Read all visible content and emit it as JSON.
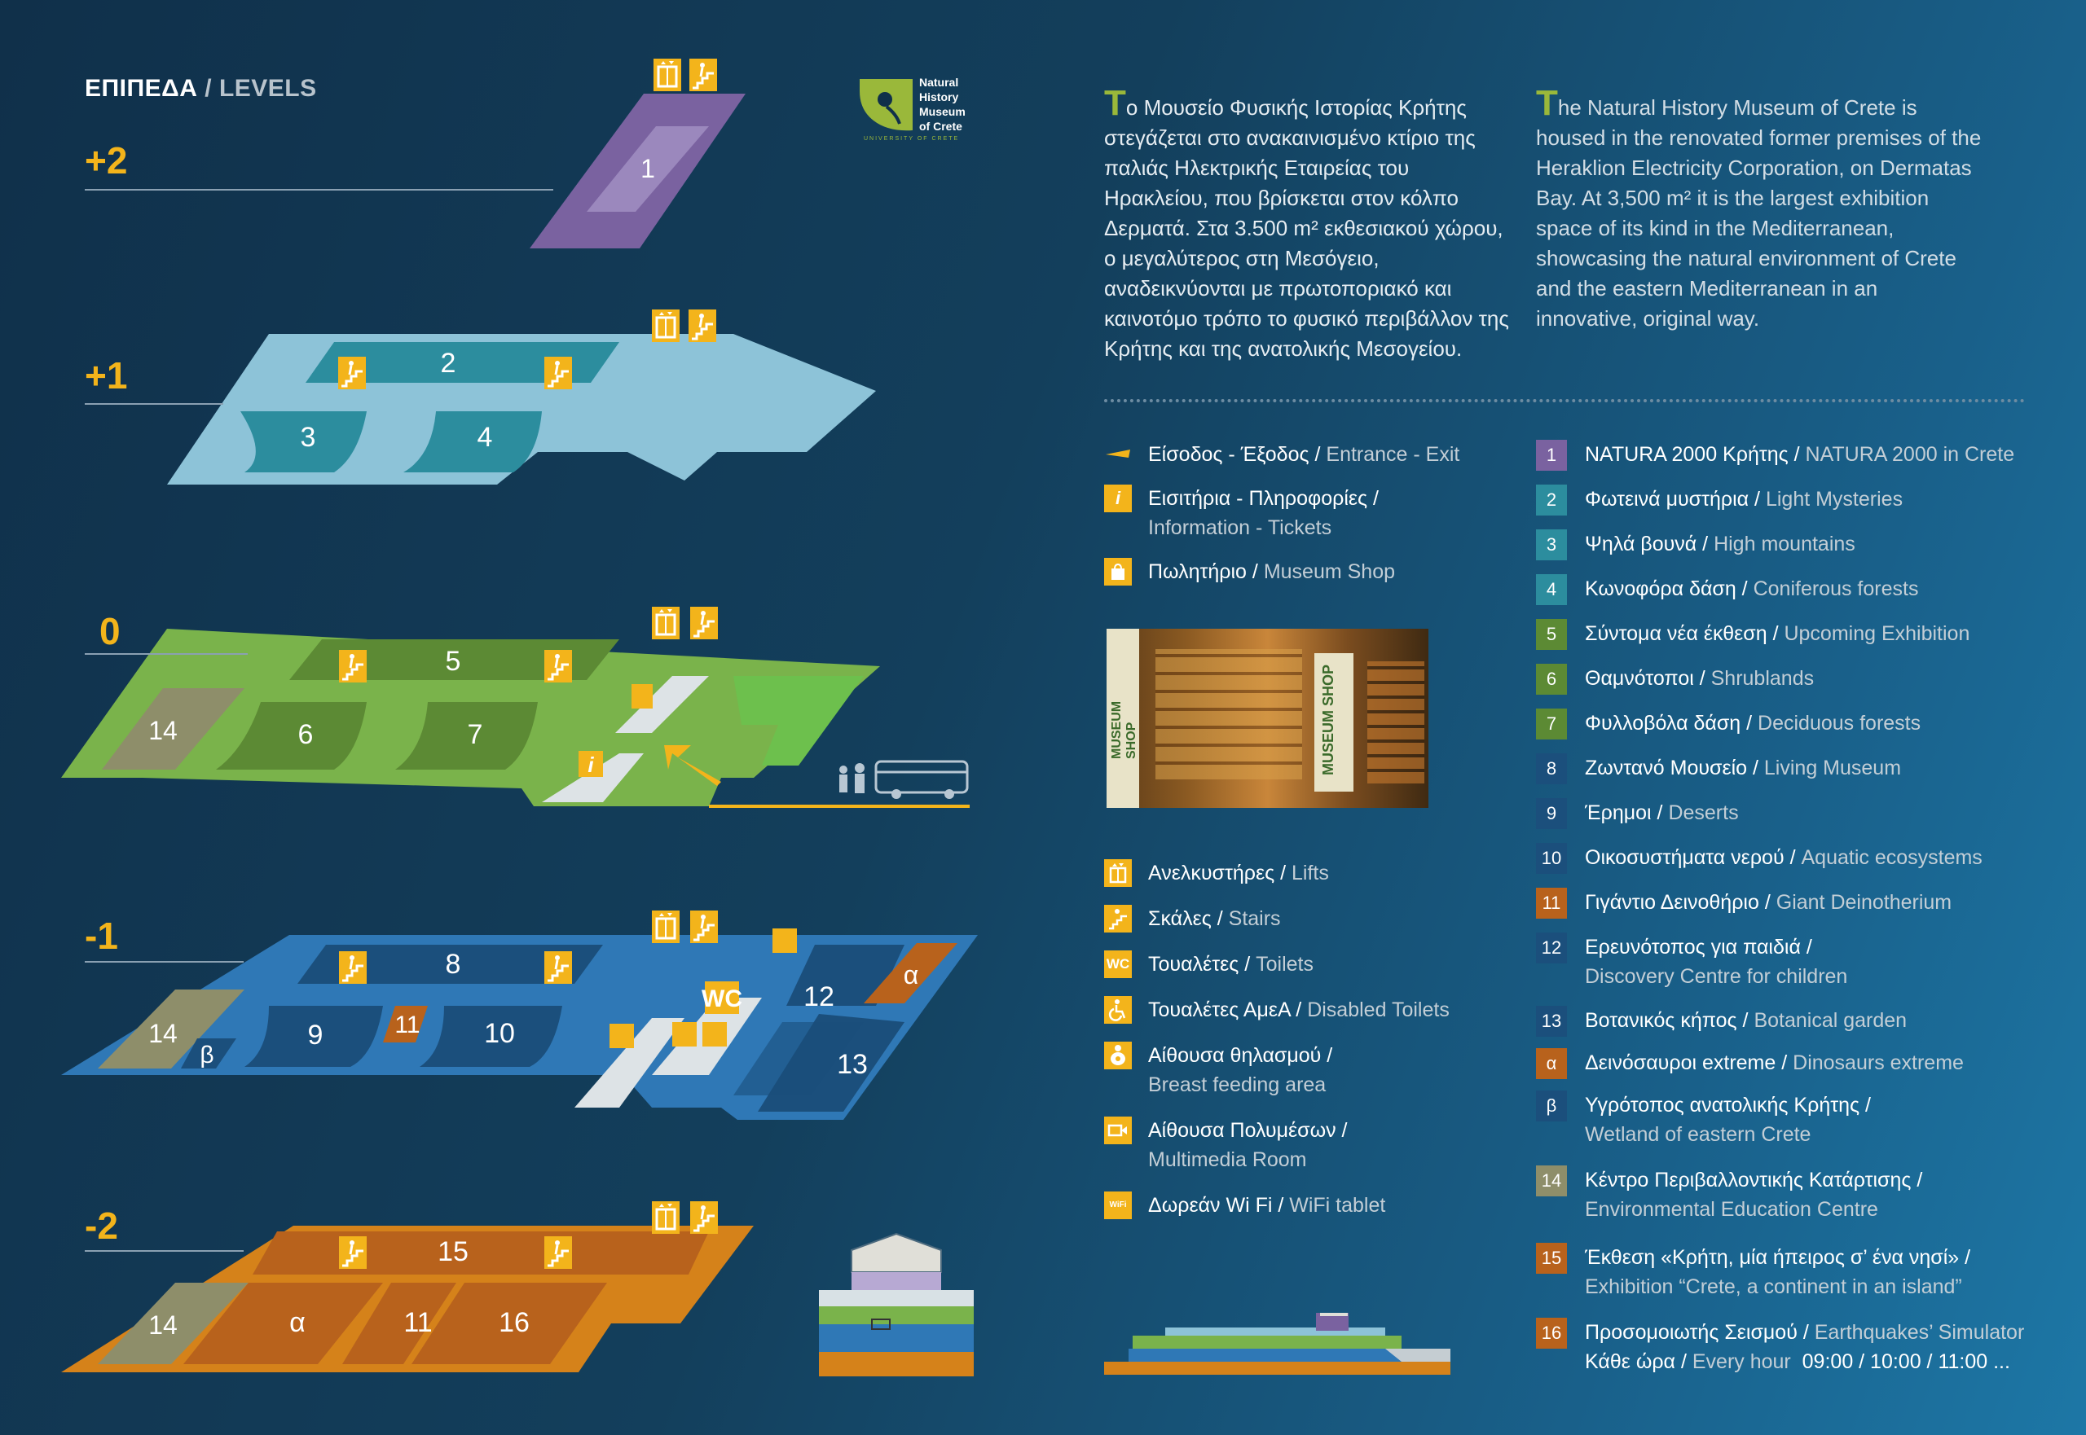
{
  "header": {
    "greek": "ΕΠΙΠΕΔΑ",
    "sep": " / ",
    "english": "LEVELS"
  },
  "levels": [
    "+2",
    "+1",
    "0",
    "-1",
    "-2"
  ],
  "logo": {
    "line1": "Natural",
    "line2": "History",
    "line3": "Museum",
    "line4": "of Crete",
    "sub": "UNIVERSITY OF CRETE"
  },
  "intro": {
    "greek_drop": "Τ",
    "greek": "ο Μουσείο Φυσικής Ιστορίας Κρήτης στεγάζεται στο ανακαινισμένο κτίριο της παλιάς Ηλεκτρικής Εταιρείας του Ηρακλείου, που βρίσκεται στον κόλπο Δερματά. Στα 3.500 m² εκθεσιακού χώρου, ο μεγαλύτερος στη Μεσόγειο, αναδεικνύονται με πρωτοποριακό και καινοτόμο τρόπο το φυσικό περιβάλλον της Κρήτης και της ανατολικής Μεσογείου.",
    "english_drop": "T",
    "english": "he Natural History Museum of Crete is housed in the renovated former premises of the Heraklion Electricity Corporation, on Dermatas Bay. At 3,500 m² it is the largest exhibition space of its kind in the Mediterranean, showcasing the natural environment of Crete and the eastern Mediterranean in an innovative, original way."
  },
  "map_labels": {
    "l2": [
      "1"
    ],
    "l1": [
      "2",
      "3",
      "4"
    ],
    "l0": [
      "5",
      "6",
      "7",
      "14"
    ],
    "lm1": [
      "8",
      "9",
      "10",
      "11",
      "12",
      "13",
      "14",
      "α",
      "β",
      "WC"
    ],
    "lm2": [
      "15",
      "14",
      "α",
      "11",
      "16"
    ]
  },
  "facilities": [
    {
      "icon": "entrance-arrow-icon",
      "el": "Είσοδος - Έξοδος",
      "en": "Entrance - Exit"
    },
    {
      "icon": "info-icon",
      "glyph": "i",
      "el": "Εισιτήρια - Πληροφορίες /",
      "en": "Information - Tickets"
    },
    {
      "icon": "shopping-bag-icon",
      "el": "Πωλητήριο",
      "en": "Museum Shop"
    }
  ],
  "amenities": [
    {
      "icon": "lift-icon",
      "el": "Ανελκυστήρες",
      "en": "Lifts"
    },
    {
      "icon": "stairs-icon",
      "el": "Σκάλες",
      "en": "Stairs"
    },
    {
      "icon": "wc-icon",
      "glyph": "WC",
      "el": "Τουαλέτες",
      "en": "Toilets"
    },
    {
      "icon": "wheelchair-icon",
      "el": "Τουαλέτες ΑμεΑ",
      "en": "Disabled Toilets"
    },
    {
      "icon": "breastfeeding-icon",
      "el": "Αίθουσα θηλασμού /",
      "en": "Breast feeding area"
    },
    {
      "icon": "video-camera-icon",
      "el": "Αίθουσα Πολυμέσων /",
      "en": "Multimedia Room"
    },
    {
      "icon": "wifi-icon",
      "glyph": "WiFi",
      "el": "Δωρεάν Wi Fi",
      "en": "WiFi tablet"
    }
  ],
  "exhibits": [
    {
      "num": "1",
      "color": "#7a62a0",
      "el": "NATURA 2000 Κρήτης",
      "en": "NATURA 2000 in Crete"
    },
    {
      "num": "2",
      "color": "#2c8d9e",
      "el": "Φωτεινά μυστήρια",
      "en": "Light Mysteries"
    },
    {
      "num": "3",
      "color": "#2c8d9e",
      "el": "Ψηλά βουνά",
      "en": "High mountains"
    },
    {
      "num": "4",
      "color": "#2c8d9e",
      "el": "Κωνοφόρα δάση",
      "en": "Coniferous forests"
    },
    {
      "num": "5",
      "color": "#5c8a34",
      "el": "Σύντομα νέα έκθεση",
      "en": "Upcoming Exhibition"
    },
    {
      "num": "6",
      "color": "#5c8a34",
      "el": "Θαμνότοποι",
      "en": "Shrublands"
    },
    {
      "num": "7",
      "color": "#5c8a34",
      "el": "Φυλλοβόλα δάση",
      "en": "Deciduous forests"
    },
    {
      "num": "8",
      "color": "#1b4f7c",
      "el": "Ζωντανό Μουσείο",
      "en": "Living Museum"
    },
    {
      "num": "9",
      "color": "#1b4f7c",
      "el": "Έρημοι",
      "en": "Deserts"
    },
    {
      "num": "10",
      "color": "#1b4f7c",
      "el": "Οικοσυστήματα νερού",
      "en": "Aquatic ecosystems"
    },
    {
      "num": "11",
      "color": "#b8621c",
      "el": "Γιγάντιο Δεινοθήριο",
      "en": "Giant Deinotherium"
    },
    {
      "num": "12",
      "color": "#1b4f7c",
      "el": "Ερευνότοπος για παιδιά /",
      "en": "Discovery Centre for children"
    },
    {
      "num": "13",
      "color": "#1b4f7c",
      "el": "Βοτανικός κήπος",
      "en": "Botanical garden"
    },
    {
      "num": "α",
      "color": "#b8621c",
      "el": "Δεινόσαυροι extreme",
      "en": "Dinosaurs extreme"
    },
    {
      "num": "β",
      "color": "#1b4f7c",
      "el": "Υγρότοπος ανατολικής Κρήτης /",
      "en": "Wetland of eastern Crete"
    },
    {
      "num": "14",
      "color": "#8e8e6a",
      "el": "Κέντρο Περιβαλλοντικής Κατάρτισης /",
      "en": "Environmental Education Centre"
    },
    {
      "num": "15",
      "color": "#b8621c",
      "el": "Έκθεση «Κρήτη, μία ήπειρος σ’ ένα νησί» /",
      "en": "Exhibition “Crete, a continent in an island”"
    },
    {
      "num": "16",
      "color": "#b8621c",
      "el": "Προσομοιωτής Σεισμού",
      "en": "Earthquakes’ Simulator"
    }
  ],
  "schedule": {
    "el": "Κάθε ώρα",
    "en": "Every hour",
    "times": "09:00 / 10:00 / 11:00 ..."
  },
  "shop_photo": {
    "sign_left": "MUSEUM SHOP",
    "sign_right": "MUSEUM SHOP"
  },
  "colors": {
    "accent": "#f3b41b",
    "level2": "#7a62a0",
    "level1": "#8dc3d8",
    "level0": "#7ab34b",
    "levelm1": "#2f78b6",
    "levelm2": "#d5821a"
  }
}
